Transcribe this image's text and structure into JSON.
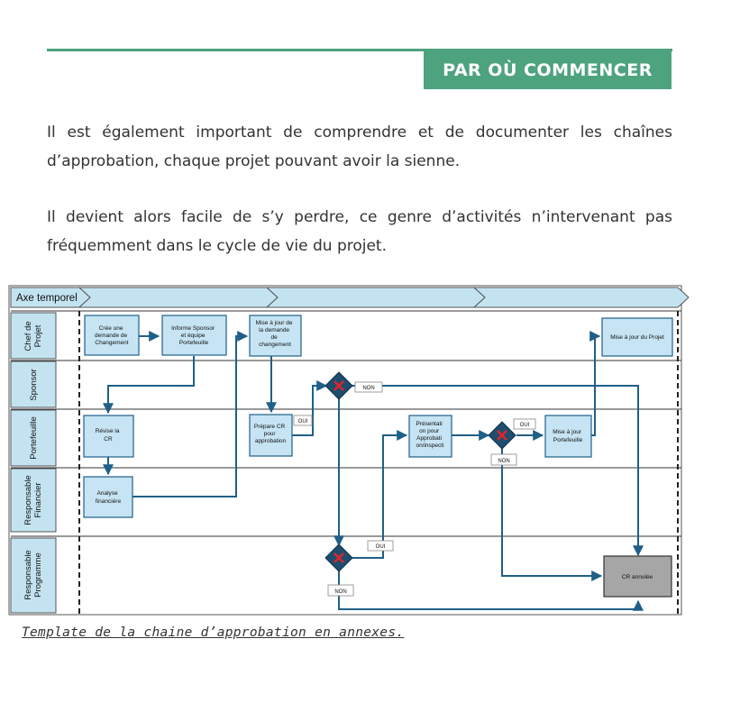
{
  "banner": {
    "title": "PAR OÙ COMMENCER"
  },
  "paragraphs": [
    "Il est également important de comprendre et de documenter les chaînes d’approbation, chaque projet pouvant avoir la sienne.",
    "Il devient alors facile de s’y perdre, ce genre d’activités n’intervenant pas fréquemment dans le cycle de vie du projet."
  ],
  "diagram": {
    "timeline_label": "Axe temporel",
    "lanes": [
      [
        "Chef de",
        "Projet"
      ],
      [
        "Sponsor"
      ],
      [
        "Portefeuille"
      ],
      [
        "Responsable",
        "Financier"
      ],
      [
        "Responsable",
        "Programme"
      ]
    ],
    "boxes": {
      "cree": [
        "Crée une",
        "demande de",
        "Changement"
      ],
      "informe": [
        "Informe Sponsor",
        "et équipe",
        "Portefeuille"
      ],
      "maj_demande": [
        "Mise à jour de",
        "la demande",
        "de",
        "changement"
      ],
      "maj_projet": [
        "Mise à jour du Projet"
      ],
      "revise": [
        "Révise la",
        "CR"
      ],
      "prepare": [
        "Prépare CR",
        "pour",
        "approbation"
      ],
      "presentation": [
        "Présentati",
        "on pour",
        "Approbati",
        "on/inspecti"
      ],
      "maj_portefeuille": [
        "Mise à jour",
        "Portefeuille"
      ],
      "analyse": [
        "Analyse",
        "financière"
      ],
      "cr_annulee": [
        "CR annulée"
      ]
    },
    "labels": {
      "non_sponsor": "NON",
      "oui_prepare": "OUI",
      "oui_portefeuille": "OUI",
      "non_portefeuille": "NON",
      "oui_programme": "OUI",
      "non_programme": "NON"
    },
    "colors": {
      "box_fill": "#c6e4f3",
      "header_fill": "#c3e3f1",
      "connector": "#1f5f88",
      "decision_fill": "#1e4d6e",
      "decision_x": "#e0252b",
      "cancelled_fill": "#a6a6a6"
    }
  },
  "caption": "Template de la chaine d’approbation en annexes."
}
